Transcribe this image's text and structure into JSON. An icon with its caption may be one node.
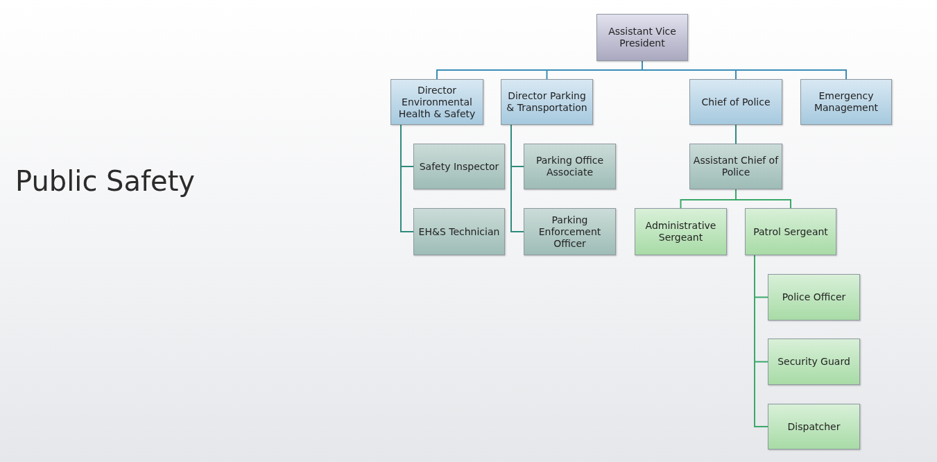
{
  "diagram": {
    "title": "Public Safety",
    "nodes": [
      {
        "text": [
          "Assistant Vice President"
        ]
      },
      {
        "text": [
          "Director Environmental Health & Safety"
        ]
      },
      {
        "text": [
          "Director Parking & Transportation"
        ]
      },
      {
        "text": [
          "Chief of Police"
        ]
      },
      {
        "text": [
          "Emergency Management"
        ]
      },
      {
        "text": [
          "Safety Inspector"
        ]
      },
      {
        "text": [
          "EH&S Technician"
        ]
      },
      {
        "text": [
          "Parking Office Associate"
        ]
      },
      {
        "text": [
          "Parking Enforcement Officer"
        ]
      },
      {
        "text": [
          "Assistant Chief of Police"
        ]
      },
      {
        "text": [
          "Administrative Sergeant"
        ]
      },
      {
        "text": [
          "Patrol Sergeant"
        ]
      },
      {
        "text": [
          "Police Officer"
        ]
      },
      {
        "text": [
          "Security Guard"
        ]
      },
      {
        "text": [
          "Dispatcher"
        ]
      }
    ],
    "edges": [
      {
        "from": 0,
        "to": 1,
        "arrow": "none",
        "color": "#3b8db5"
      },
      {
        "from": 0,
        "to": 2,
        "arrow": "none",
        "color": "#3b8db5"
      },
      {
        "from": 0,
        "to": 3,
        "arrow": "none",
        "color": "#3b8db5"
      },
      {
        "from": 0,
        "to": 4,
        "arrow": "none",
        "color": "#3b8db5"
      },
      {
        "from": 1,
        "to": 5,
        "arrow": "none"
      },
      {
        "from": 1,
        "to": 6,
        "arrow": "none"
      },
      {
        "from": 2,
        "to": 7,
        "arrow": "none"
      },
      {
        "from": 2,
        "to": 8,
        "arrow": "none"
      },
      {
        "from": 3,
        "to": 9,
        "arrow": "none"
      },
      {
        "from": 9,
        "to": 10,
        "arrow": "none",
        "color": "#3aa86a"
      },
      {
        "from": 9,
        "to": 11,
        "arrow": "none",
        "color": "#3aa86a"
      },
      {
        "from": 11,
        "to": 12,
        "arrow": "none",
        "color": "#3aa86a"
      },
      {
        "from": 11,
        "to": 13,
        "arrow": "none",
        "color": "#3aa86a"
      },
      {
        "from": 11,
        "to": 14,
        "arrow": "none",
        "color": "#3aa86a"
      }
    ]
  }
}
